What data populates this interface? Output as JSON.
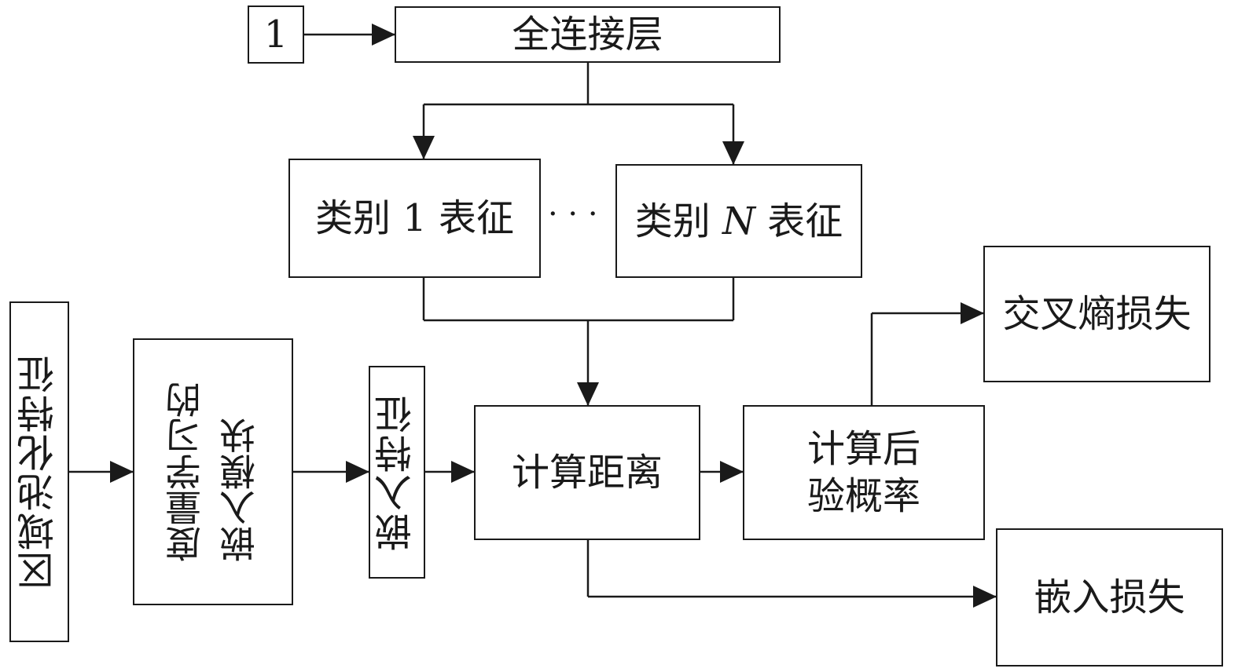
{
  "input_one": "1",
  "fc_layer": "全连接层",
  "class1": {
    "prefix": "类别 ",
    "idx": "1",
    "suffix": " 表征"
  },
  "ellipsis": "· · ·",
  "classN": {
    "prefix": "类别 ",
    "idx": "N",
    "suffix": " 表征"
  },
  "region_pool": "区域池化特征",
  "embed_module": {
    "line1": "度量学习的",
    "line2": "嵌入模块"
  },
  "embed_feature": "嵌入特征",
  "compute_distance": "计算距离",
  "posterior": {
    "line1": "计算后",
    "line2": "验概率"
  },
  "cross_entropy": "交叉熵损失",
  "embed_loss": "嵌入损失"
}
